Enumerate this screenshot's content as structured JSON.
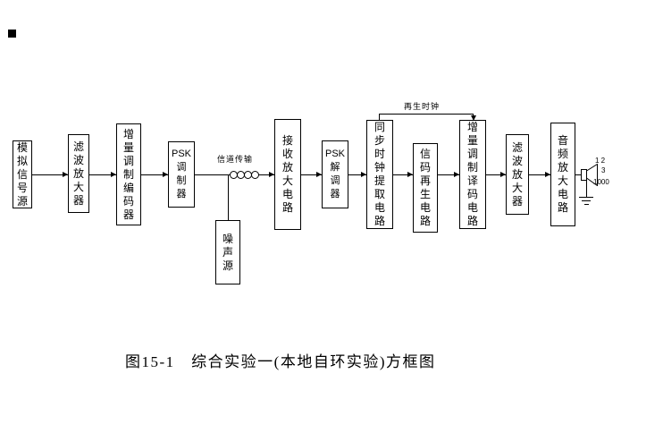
{
  "figure": {
    "caption": "图15-1　综合实验一(本地自环实验)方框图"
  },
  "diagram": {
    "blocks": [
      {
        "id": "analog-signal-source",
        "label": [
          "模",
          "拟",
          "信",
          "号",
          "源"
        ]
      },
      {
        "id": "filter-amplifier-1",
        "label": [
          "滤",
          "波",
          "放",
          "大",
          "器"
        ]
      },
      {
        "id": "delta-mod-encoder",
        "label": [
          "增",
          "量",
          "调",
          "制",
          "编",
          "码",
          "器"
        ]
      },
      {
        "id": "psk-modulator",
        "label": [
          "PSK",
          "调",
          "制",
          "器"
        ]
      },
      {
        "id": "receive-amplifier",
        "label": [
          "接",
          "收",
          "放",
          "大",
          "电",
          "路"
        ]
      },
      {
        "id": "psk-demodulator",
        "label": [
          "PSK",
          "解",
          "调",
          "器"
        ]
      },
      {
        "id": "sync-clock-extract",
        "label": [
          "同",
          "步",
          "时",
          "钟",
          "提",
          "取",
          "电",
          "路"
        ]
      },
      {
        "id": "code-regeneration",
        "label": [
          "信",
          "码",
          "再",
          "生",
          "电",
          "路"
        ]
      },
      {
        "id": "delta-mod-decoder",
        "label": [
          "增",
          "量",
          "调",
          "制",
          "译",
          "码",
          "电",
          "路"
        ]
      },
      {
        "id": "filter-amplifier-2",
        "label": [
          "滤",
          "波",
          "放",
          "大",
          "器"
        ]
      },
      {
        "id": "audio-amplifier",
        "label": [
          "音",
          "频",
          "放",
          "大",
          "电",
          "路"
        ]
      },
      {
        "id": "noise-source",
        "label": [
          "噪",
          "声",
          "源"
        ]
      }
    ],
    "annotations": {
      "channel_label": "信道传输",
      "regen_clock_label": "再生时钟",
      "speaker_pins_top": "1 2",
      "speaker_pin_mid": "3",
      "speaker_value": "1000"
    },
    "colors": {
      "line": "#000000",
      "background": "#ffffff"
    }
  }
}
